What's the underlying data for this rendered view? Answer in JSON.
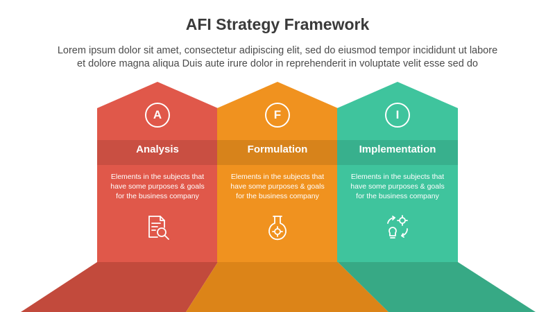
{
  "title": "AFI Strategy Framework",
  "subtitle_line1": "Lorem ipsum dolor sit amet, consectetur adipiscing elit, sed do eiusmod tempor incididunt ut labore",
  "subtitle_line2": "et dolore magna aliqua Duis aute irure dolor in reprehenderit in voluptate velit esse sed do",
  "columns": [
    {
      "letter": "A",
      "label": "Analysis",
      "desc_line1": "Elements in the subjects that",
      "desc_line2": "have  some purposes & goals",
      "desc_line3": "for the  business company",
      "icon": "document-search-icon",
      "color": "#e0584a",
      "floor_color": "#c24a3c"
    },
    {
      "letter": "F",
      "label": "Formulation",
      "desc_line1": "Elements in the subjects that",
      "desc_line2": "have  some purposes & goals",
      "desc_line3": "for the  business company",
      "icon": "flask-gear-icon",
      "color": "#f0921f",
      "floor_color": "#dc8418"
    },
    {
      "letter": "I",
      "label": "Implementation",
      "desc_line1": "Elements in the subjects that",
      "desc_line2": "have  some purposes & goals",
      "desc_line3": "for the  business company",
      "icon": "lightbulb-gear-cycle-icon",
      "color": "#3fc49d",
      "floor_color": "#37a985"
    }
  ]
}
